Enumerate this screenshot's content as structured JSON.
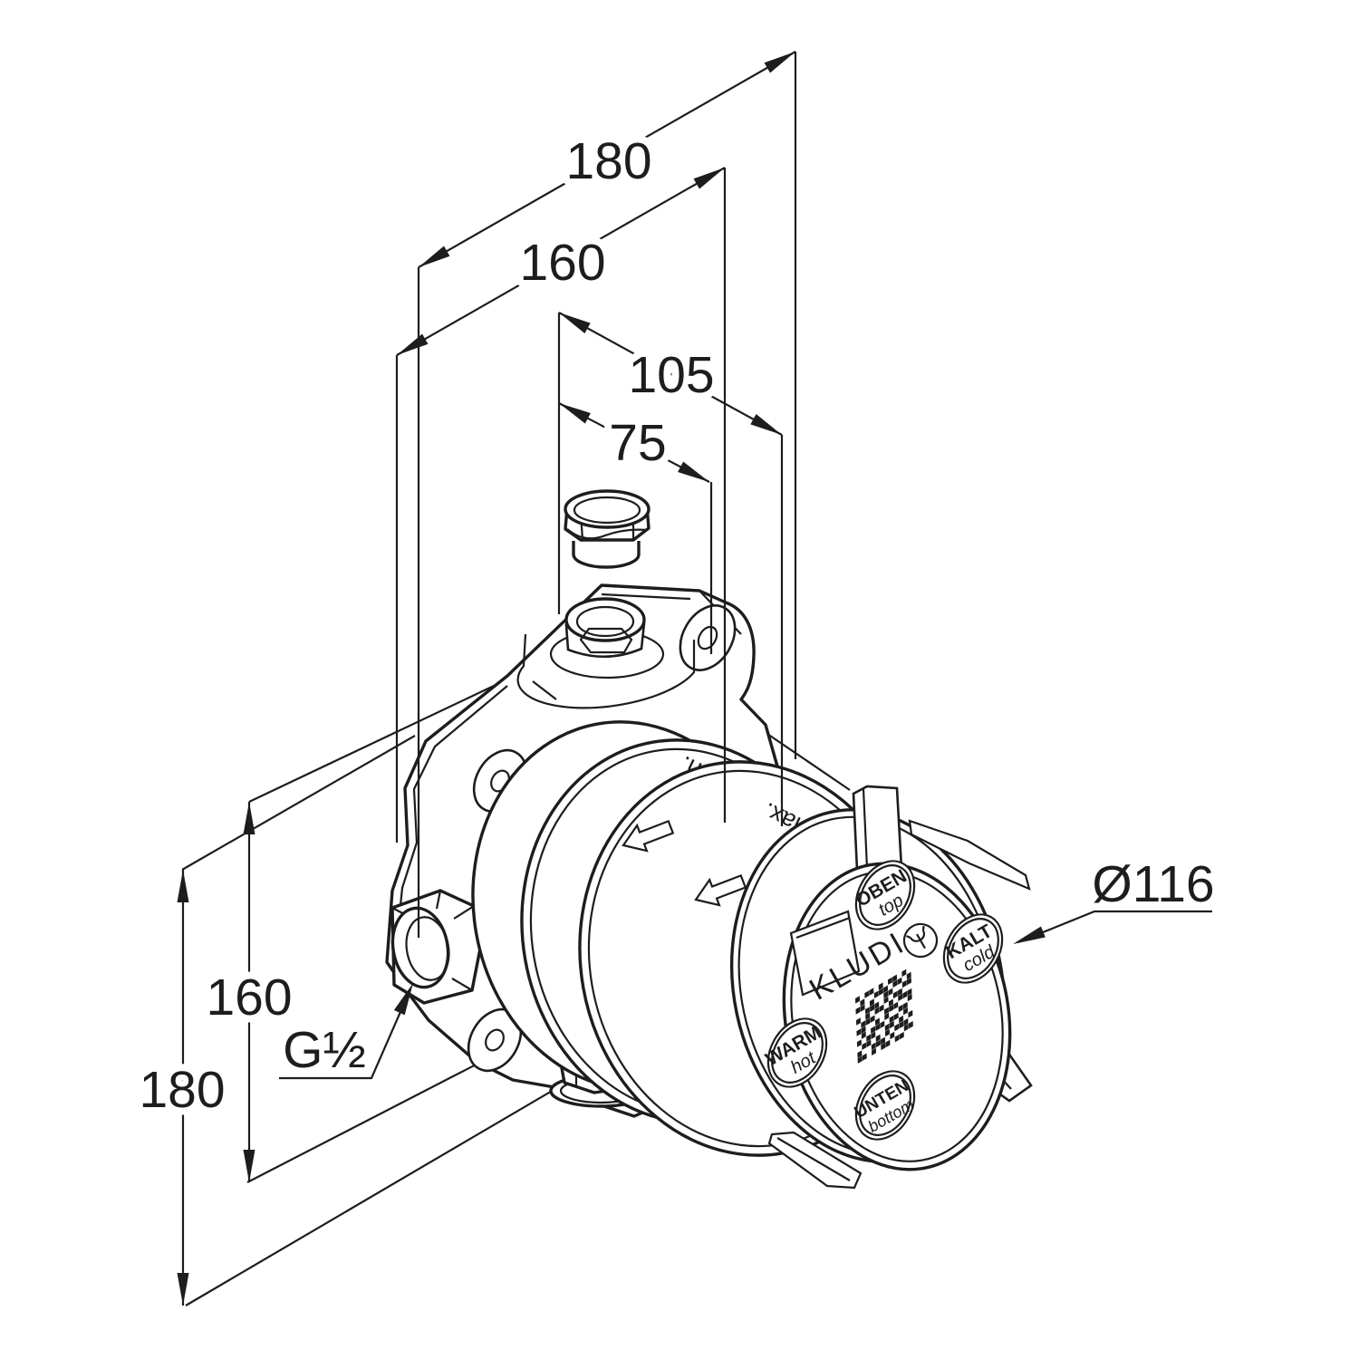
{
  "drawing": {
    "dimensions": {
      "width_outer": "180",
      "width_inner": "160",
      "offset_cold": "105",
      "offset_hot": "75",
      "height_inner": "160",
      "height_outer": "180"
    },
    "leaders": {
      "thread": "G½",
      "diameter": "Ø116"
    },
    "body_markings": {
      "min": "min.",
      "max": "max."
    },
    "faceplate": {
      "brand": "KLUDI",
      "labels": {
        "top": {
          "de": "OBEN",
          "en": "top"
        },
        "cold": {
          "de": "KALT",
          "en": "cold"
        },
        "hot": {
          "de": "WARM",
          "en": "hot"
        },
        "bottom": {
          "de": "UNTEN",
          "en": "bottom"
        }
      },
      "qr_pattern": [
        "101101011010",
        "010011101101",
        "110100110011",
        "001110101100",
        "101011010111",
        "011100111001",
        "110010100110",
        "010111011010",
        "101100110101",
        "011010101110",
        "100111010011",
        "110101101100"
      ]
    }
  }
}
